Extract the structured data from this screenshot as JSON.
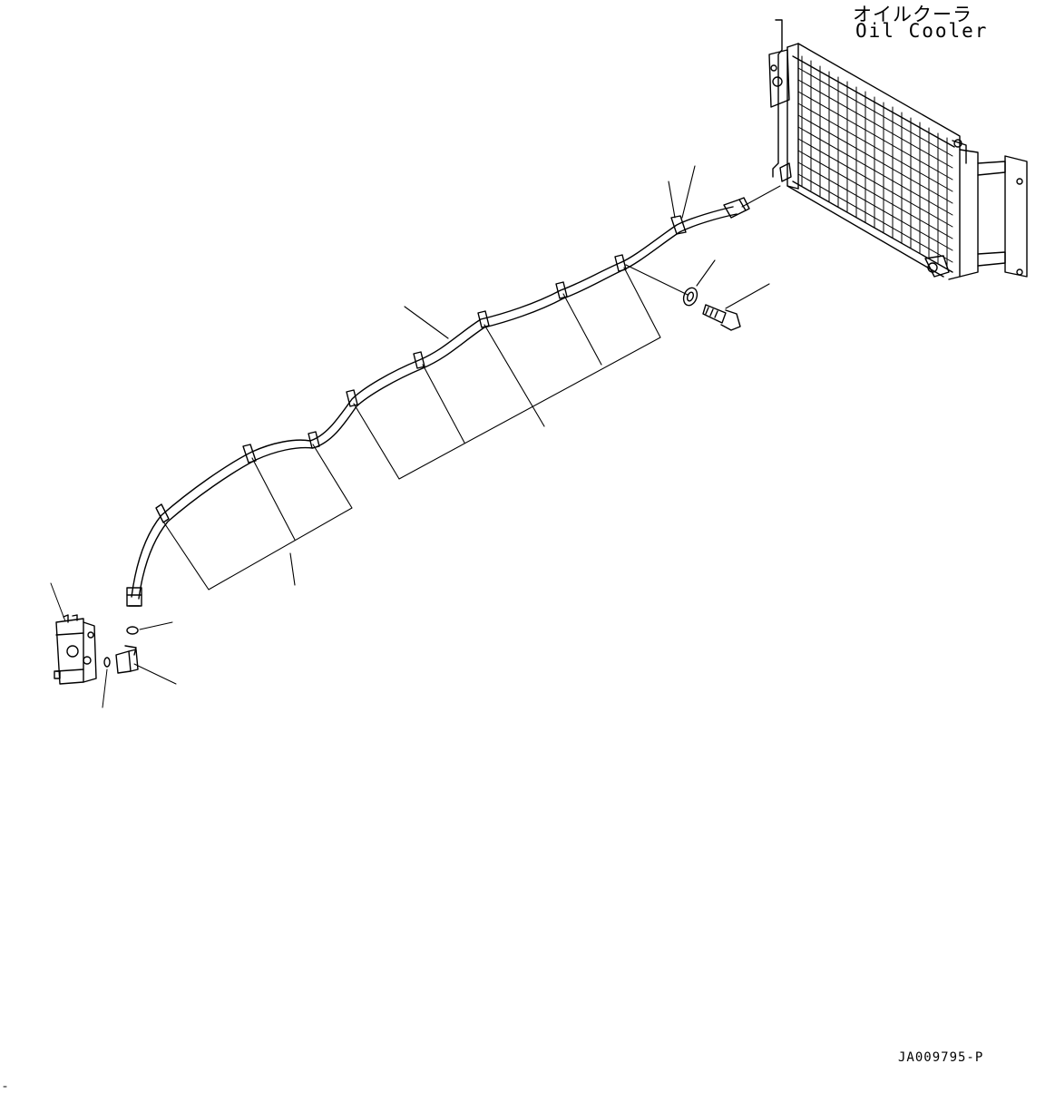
{
  "labels": {
    "component_jp": "オイルクーラ",
    "component_en": "Oil Cooler",
    "drawing_code": "JA009795-P"
  },
  "colors": {
    "line": "#000000",
    "background": "#ffffff"
  }
}
